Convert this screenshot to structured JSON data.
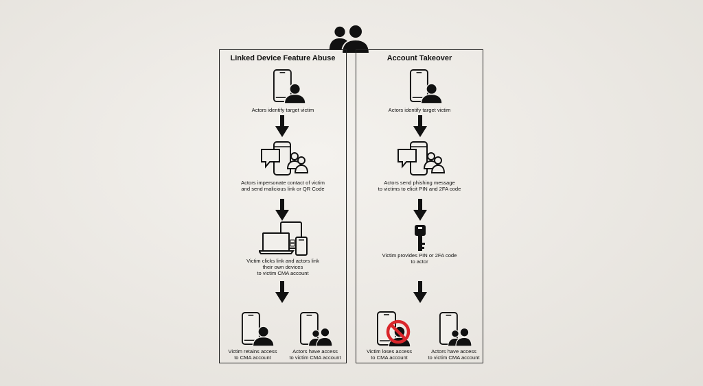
{
  "icons": {
    "group": "group-of-people-icon",
    "phone_user": "phone-with-person-icon",
    "chat": "chat-bubbles-icon",
    "devices": "laptop-tablet-phone-icon",
    "key": "key-icon",
    "arrow": "down-arrow-icon",
    "blocked": "no-access-icon"
  },
  "colors": {
    "line": "#222222",
    "icon": "#111111",
    "blocked": "#d9262b",
    "background": "#eeebe6"
  },
  "left": {
    "title": "Linked Device Feature Abuse",
    "step1": "Actors identify target victim",
    "step2": "Actors impersonate contact of victim\nand send malicious link or QR Code",
    "step3": "Victim clicks link and actors link\ntheir own devices\nto victim CMA account",
    "result_a": "Victim retains access\nto CMA account",
    "result_b": "Actors have access\nto victim CMA account"
  },
  "right": {
    "title": "Account Takeover",
    "step1": "Actors identify target victim",
    "step2": "Actors send phishing message\nto victims to elicit PIN and 2FA code",
    "step3": "Victim provides PIN or 2FA code\nto actor",
    "result_a": "Victim loses access\nto CMA account",
    "result_b": "Actors have access\nto victim CMA account"
  }
}
